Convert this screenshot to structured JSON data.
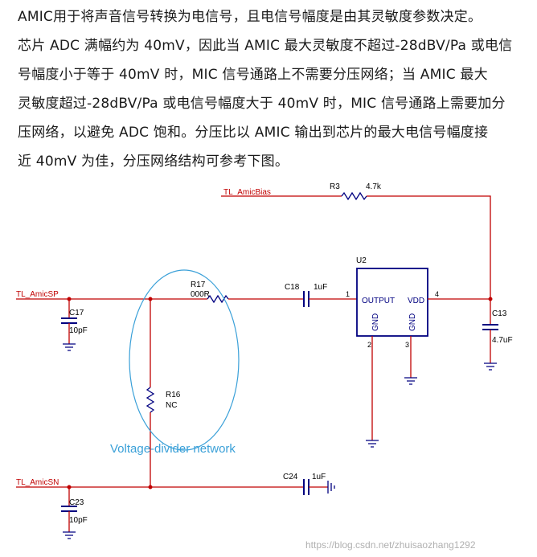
{
  "paragraph": {
    "lines": [
      "AMIC用于将声音信号转换为电信号，且电信号幅度是由其灵敏度参数决定。",
      "芯片 ADC 满幅约为 40mV，因此当 AMIC 最大灵敏度不超过-28dBV/Pa 或电信",
      "号幅度小于等于 40mV 时，MIC 信号通路上不需要分压网络；当 AMIC 最大",
      "灵敏度超过-28dBV/Pa 或电信号幅度大于 40mV 时，MIC 信号通路上需要加分",
      "压网络，以避免 ADC 饱和。分压比以 AMIC 输出到芯片的最大电信号幅度接",
      "近 40mV 为佳，分压网络结构可参考下图。"
    ]
  },
  "schematic": {
    "nets": {
      "amic_bias": "TL_AmicBias",
      "amic_sp": "TL_AmicSP",
      "amic_sn": "TL_AmicSN"
    },
    "components": {
      "r3": {
        "ref": "R3",
        "value": "4.7k"
      },
      "r17": {
        "ref": "R17",
        "value": "000R"
      },
      "r16": {
        "ref": "R16",
        "value": "NC"
      },
      "c17": {
        "ref": "C17",
        "value": "10pF"
      },
      "c18": {
        "ref": "C18",
        "value": "1uF"
      },
      "c23": {
        "ref": "C23",
        "value": "10pF"
      },
      "c24": {
        "ref": "C24",
        "value": "1uF"
      },
      "c13": {
        "ref": "C13",
        "value": "4.7uF"
      },
      "u2": {
        "ref": "U2",
        "pin_output": "OUTPUT",
        "pin_vdd": "VDD",
        "pin_gnd": "GND",
        "pin1": "1",
        "pin2": "2",
        "pin3": "3",
        "pin4": "4"
      }
    },
    "annotation": "Voltage-divider network",
    "colors": {
      "wire": "#c00000",
      "component": "#000080",
      "highlight": "#3aa0d8"
    }
  },
  "watermark": "https://blog.csdn.net/zhuisaozhang1292"
}
